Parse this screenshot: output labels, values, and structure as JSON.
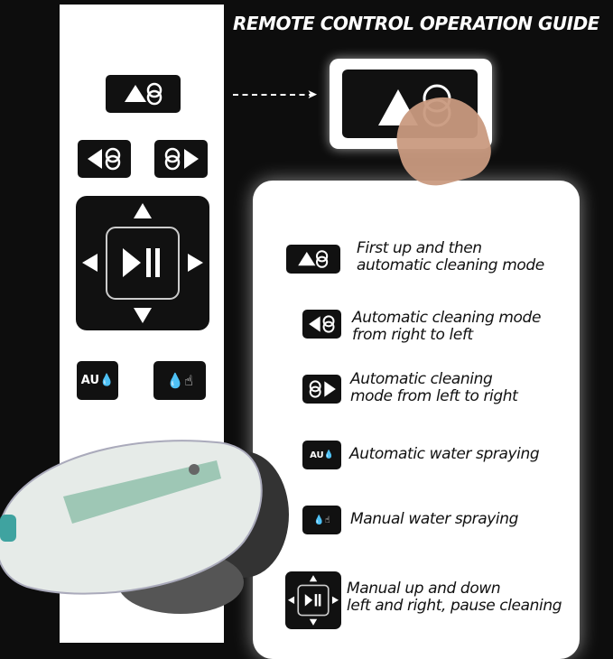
{
  "title": "REMOTE CONTROL OPERATION GUIDE",
  "remote_buttons": {
    "au_label": "AU"
  },
  "guide": [
    {
      "icon": "up-auto-icon",
      "text": "First up and then automatic cleaning mode",
      "line1": "First up and then",
      "line2": "automatic cleaning mode"
    },
    {
      "icon": "left-auto-icon",
      "line1": "Automatic cleaning mode",
      "line2": "from right to left"
    },
    {
      "icon": "right-auto-icon",
      "line1": "Automatic cleaning",
      "line2": "mode from left to right"
    },
    {
      "icon": "auto-spray-icon",
      "line1": "Automatic water spraying",
      "line2": ""
    },
    {
      "icon": "manual-spray-icon",
      "line1": "Manual water spraying",
      "line2": ""
    },
    {
      "icon": "dpad-icon",
      "line1": "Manual up and down",
      "line2": "left and right, pause cleaning"
    }
  ]
}
